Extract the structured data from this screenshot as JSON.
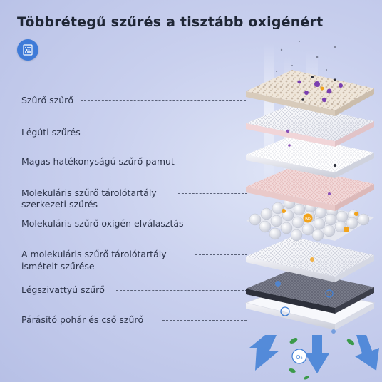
{
  "title": "Többrétegű szűrés a tisztább oxigénért",
  "badge_icon": "filter-layers-icon",
  "layers": [
    {
      "label": "Szűrő szűrő"
    },
    {
      "label": "Légúti szűrés"
    },
    {
      "label": "Magas hatékonyságú szűrő pamut"
    },
    {
      "label_line1": "Molekuláris szűrő tárolótartály",
      "label_line2": "szerkezeti szűrés"
    },
    {
      "label": "Molekuláris szűrő oxigén elválasztás"
    },
    {
      "label_line1": "A molekuláris szűrő tárolótartály",
      "label_line2": "ismételt szűrése"
    },
    {
      "label": "Légszivattyú szűrő"
    },
    {
      "label": "Párásító pohár és cső szűrő"
    }
  ],
  "molecule_labels": {
    "nitrogen": "N₂",
    "oxygen": "O₂"
  },
  "colors": {
    "badge": "#3f7bd8",
    "airflow_blue": "#3f7fd6",
    "oxygen_orange": "#f2a31b",
    "leaf_green": "#3b9a4a"
  }
}
